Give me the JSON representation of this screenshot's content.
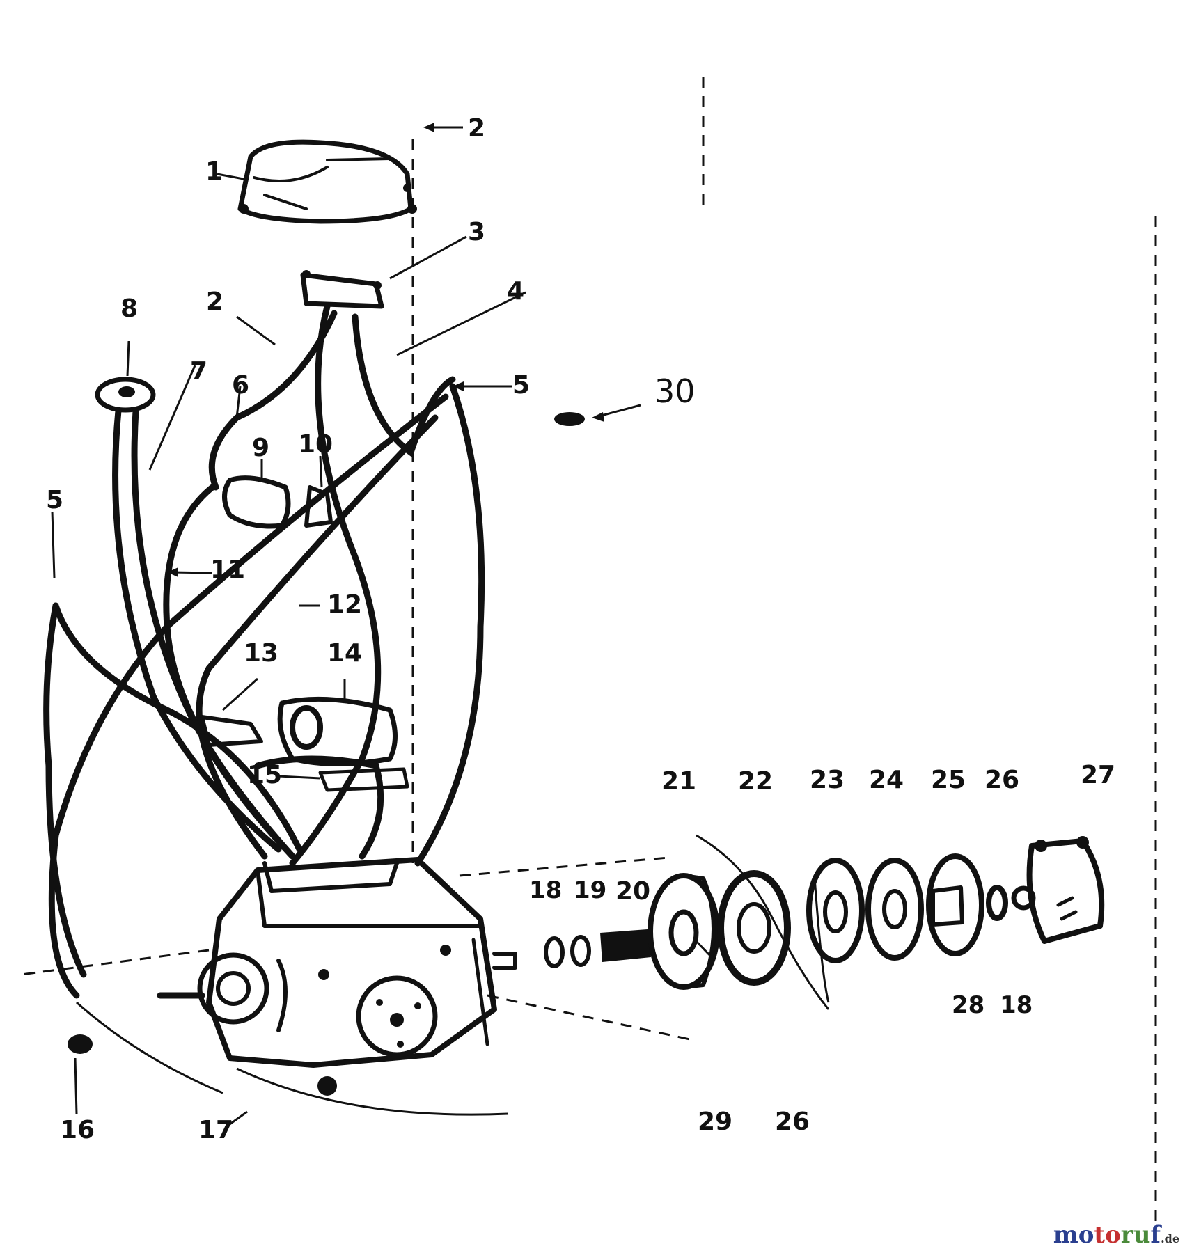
{
  "diagram": {
    "callouts": [
      "1",
      "2",
      "2",
      "3",
      "4",
      "5",
      "5",
      "6",
      "7",
      "8",
      "9",
      "10",
      "11",
      "12",
      "13",
      "14",
      "15",
      "16",
      "17",
      "18",
      "18",
      "19",
      "20",
      "21",
      "22",
      "23",
      "24",
      "25",
      "26",
      "26",
      "27",
      "28",
      "29",
      "30"
    ]
  },
  "watermark": {
    "part1": "mo",
    "part2": "to",
    "part3": "ru",
    "part4": "f",
    "suffix": ".de"
  }
}
